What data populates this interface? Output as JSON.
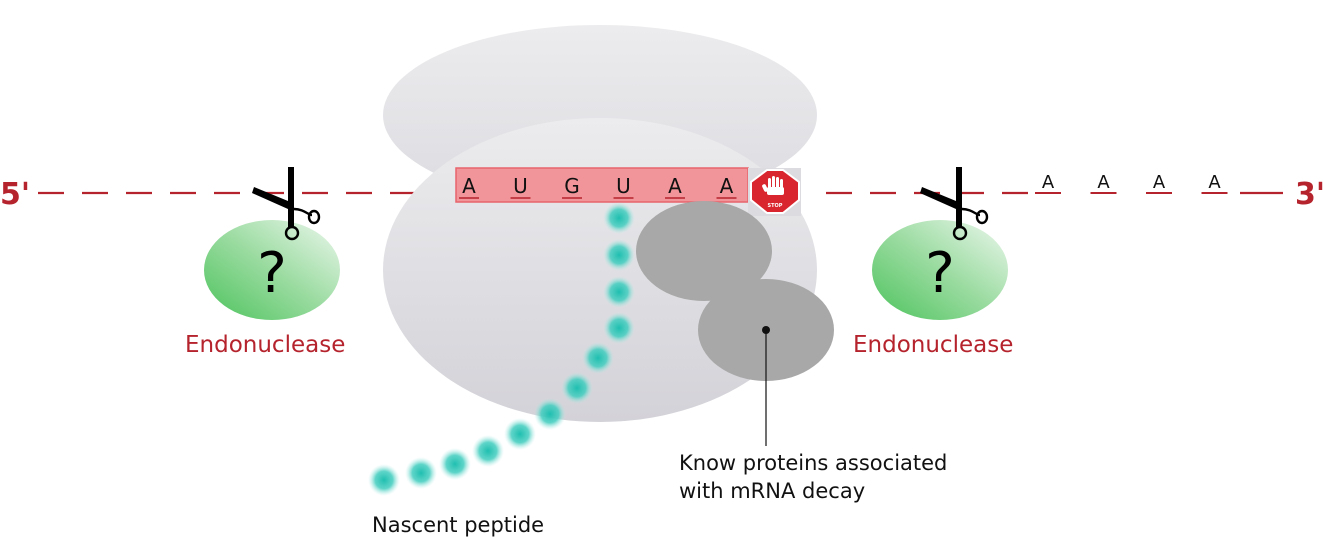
{
  "colors": {
    "strand": "#b5232d",
    "codon_box": "#f2959a",
    "codon_border": "#e8646c",
    "ribosome": "#dcdbe0",
    "peptide": "#26c6b8",
    "decay_protein": "#a8a8a8",
    "endonuclease_green": "#5cc76a",
    "stop_red": "#d9262e"
  },
  "strand": {
    "five_prime": "5'",
    "three_prime": "3'"
  },
  "codon_letters": [
    "A",
    "U",
    "G",
    "U",
    "A",
    "A"
  ],
  "stop_sign": {
    "text": "STOP",
    "icon": "hand-stop-icon"
  },
  "poly_a": [
    "A",
    "A",
    "A",
    "A"
  ],
  "endonuclease": {
    "label": "Endonuclease",
    "symbol": "?",
    "icon": "scissors-icon"
  },
  "labels": {
    "decay_proteins_line1": "Know proteins associated",
    "decay_proteins_line2": "with mRNA decay",
    "peptide": "Nascent peptide"
  }
}
